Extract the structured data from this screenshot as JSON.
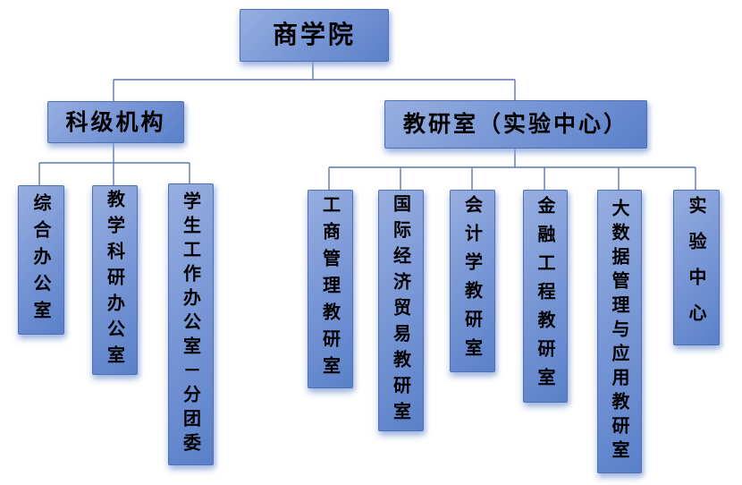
{
  "org": {
    "root": {
      "label": "商学院"
    },
    "branches": [
      {
        "label": "科级机构",
        "children": [
          {
            "label": "综合办公室"
          },
          {
            "label": "教学科研办公室"
          },
          {
            "label": "学生工作办公室－分团委"
          }
        ]
      },
      {
        "label": "教研室（实验中心）",
        "children": [
          {
            "label": "工商管理教研室"
          },
          {
            "label": "国际经济贸易教研室"
          },
          {
            "label": "会计学教研室"
          },
          {
            "label": "金融工程教研室"
          },
          {
            "label": "大数据管理与应用教研室"
          },
          {
            "label": "实验中心"
          }
        ]
      }
    ]
  },
  "colors": {
    "box_gradient_light": "#97aee0",
    "box_gradient_dark": "#5a80c9",
    "box_border": "#4f70b4",
    "connector_line": "#5b78b0",
    "text": "#000000",
    "background": "#ffffff"
  }
}
